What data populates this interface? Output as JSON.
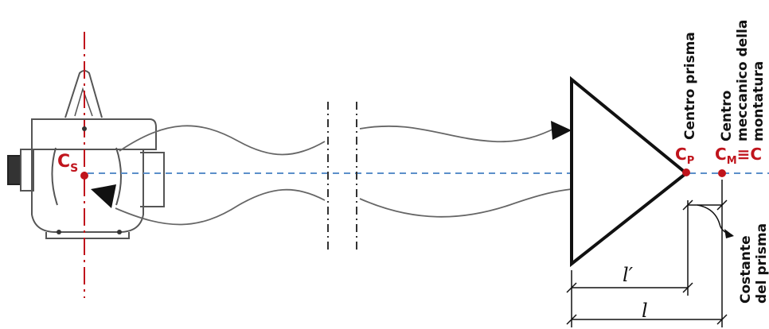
{
  "labels": {
    "cs_main": "C",
    "cs_sub": "S",
    "cp_main": "C",
    "cp_sub": "P",
    "cm_main": "C",
    "cm_sub": "M",
    "cm_equiv": "≡C",
    "centro_prisma": "Centro prisma",
    "centro_meccanico_l1": "Centro",
    "centro_meccanico_l2": "meccanico della",
    "centro_meccanico_l3": "montatura",
    "costante_l1": "Costante",
    "costante_l2": "del prisma",
    "dim_l_prime": "l′",
    "dim_l": "l"
  },
  "colors": {
    "axis_red": "#c0141c",
    "optical_axis_blue": "#5b8fc9",
    "lines": "#111111",
    "instrument_outline": "#555555"
  }
}
